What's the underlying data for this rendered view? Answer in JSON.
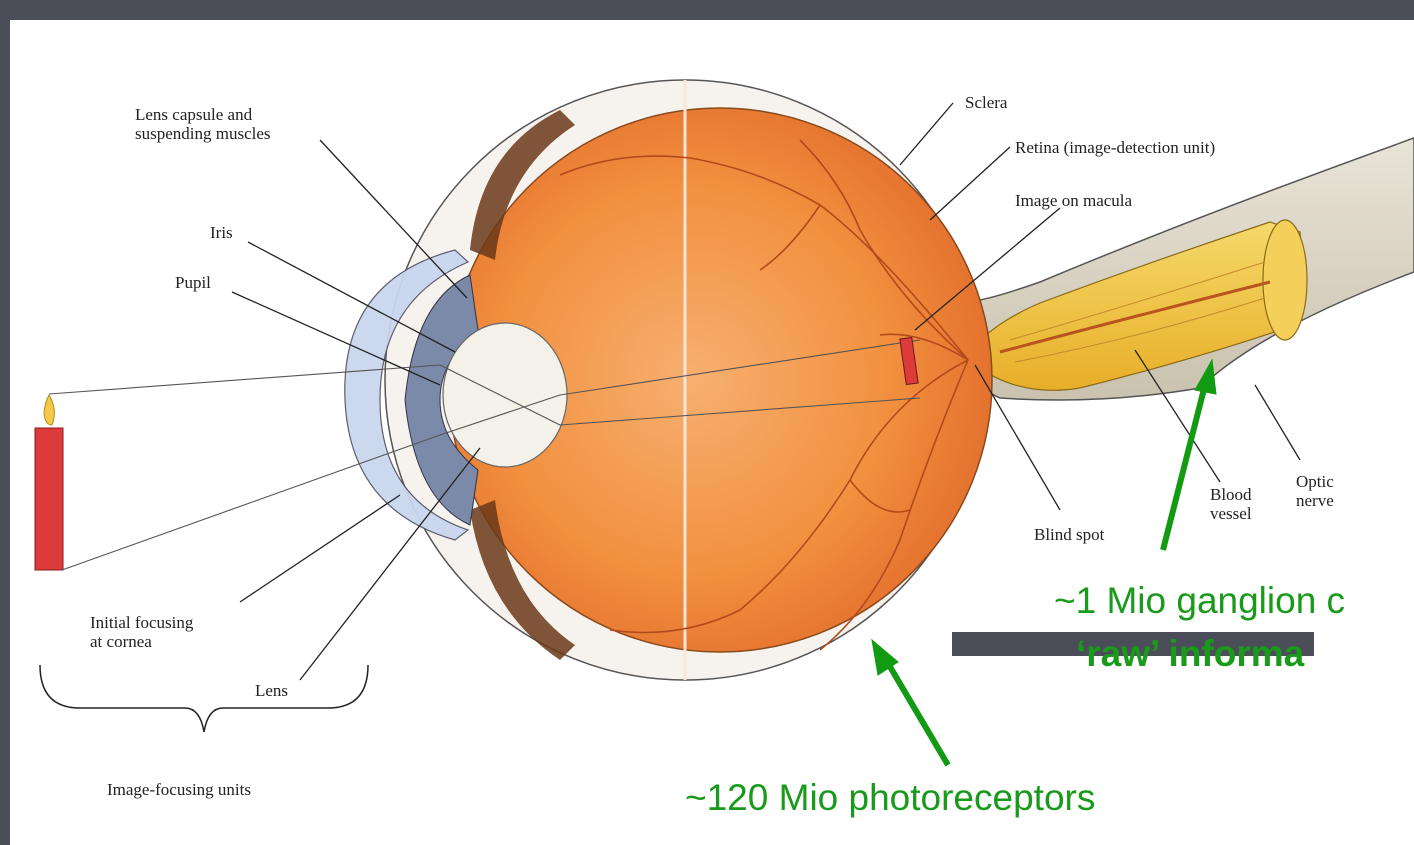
{
  "diagram": {
    "labels": {
      "lens_capsule": "Lens capsule and\nsuspending muscles",
      "iris": "Iris",
      "pupil": "Pupil",
      "sclera": "Sclera",
      "retina": "Retina (image-detection unit)",
      "image_on_macula": "Image on macula",
      "blind_spot": "Blind spot",
      "blood_vessel": "Blood\nvessel",
      "optic_nerve": "Optic\nnerve",
      "initial_focusing": "Initial focusing\nat cornea",
      "lens": "Lens",
      "image_focusing_units": "Image-focusing units"
    },
    "annotations": {
      "ganglion": "~1 Mio ganglion c",
      "raw_info": "‘raw’ informa",
      "photoreceptors": "~120 Mio photoreceptors"
    },
    "colors": {
      "slide_border": "#4b4d59",
      "annotation_green": "#1a9a1a",
      "eyeball_orange": "#f08a3c",
      "optic_nerve_yellow": "#f2c23a",
      "candle_red": "#dd3a3a"
    }
  }
}
